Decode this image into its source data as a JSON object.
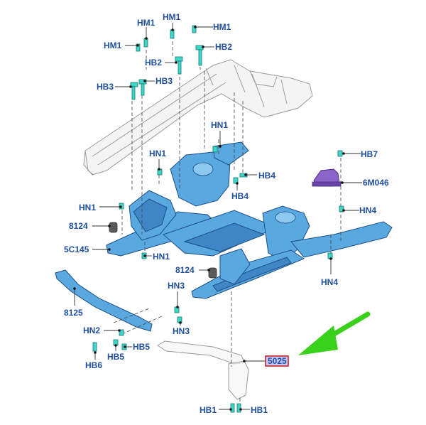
{
  "diagram": {
    "labels": [
      "HM1",
      "HM1",
      "HM1",
      "HM1",
      "HB2",
      "HB2",
      "HB3",
      "HB3",
      "HN1",
      "HN1",
      "HN1",
      "HN1",
      "HB4",
      "HB4",
      "HB7",
      "6M046",
      "HN4",
      "HN4",
      "8124",
      "8124",
      "5C145",
      "8125",
      "HN3",
      "HN3",
      "HN2",
      "HB5",
      "HB5",
      "HB6",
      "5025",
      "HB1",
      "HB1"
    ],
    "selected_label": "5025",
    "colors": {
      "subframe": "#5aa8e0",
      "callout_text": "#1f4fa0",
      "fastener": "#3fd6c8",
      "mount": "#8a64c8",
      "arrow": "#39d11c",
      "selection_box": "#cc2222"
    }
  }
}
